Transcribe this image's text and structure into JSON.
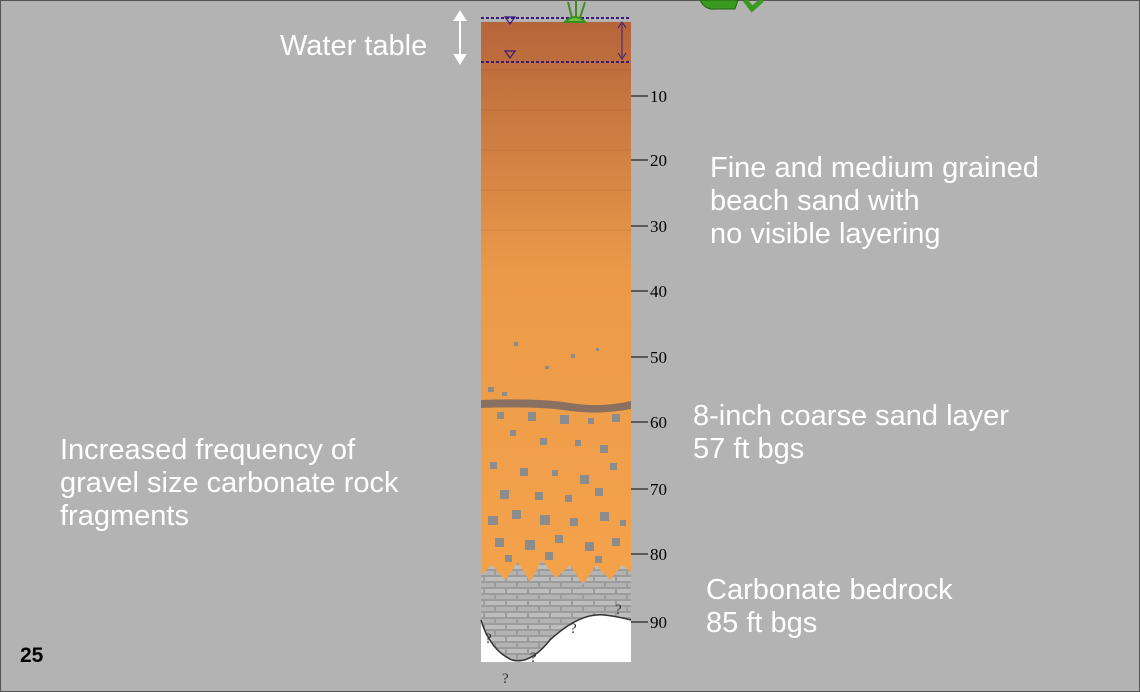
{
  "labels": {
    "water_table": "Water table",
    "sand": "Fine and medium grained\nbeach sand with\nno visible layering",
    "coarse_layer": "8-inch coarse sand layer\n57 ft bgs",
    "gravel": "Increased frequency of\ngravel size carbonate rock\nfragments",
    "bedrock": "Carbonate bedrock\n 85 ft bgs"
  },
  "depth_scale": {
    "unit": "ft",
    "ticks": [
      "10",
      "20",
      "30",
      "40",
      "50",
      "60",
      "70",
      "80",
      "90"
    ]
  },
  "question_mark": "?",
  "slide_number": "25",
  "colors": {
    "background": "#b3b3b3",
    "text": "#ffffff",
    "sand_top": "#b5653a",
    "sand_bottom": "#f0a04a",
    "water_line": "#3a1a7a",
    "gravel": "#8a8a8a",
    "bedrock": "#9a9a9a",
    "grass": "#4caf28"
  }
}
